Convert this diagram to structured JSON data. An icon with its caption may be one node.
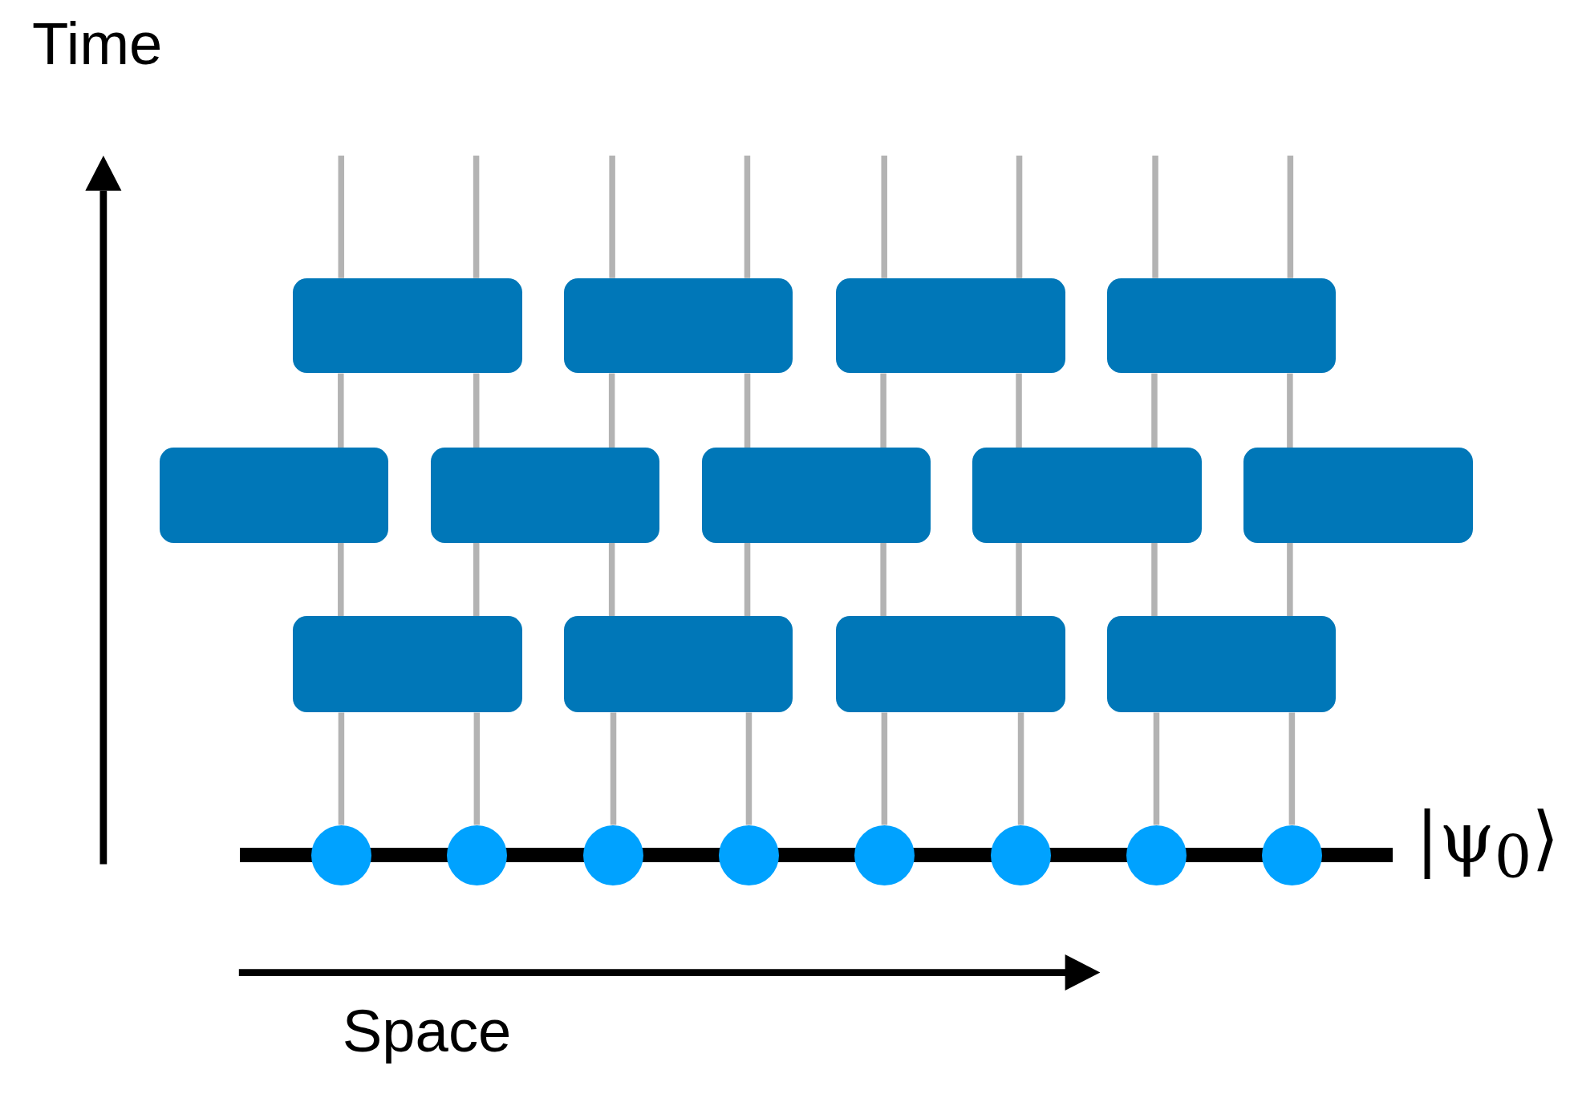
{
  "diagram": {
    "nodes": [
      {
        "text": [],
        "shape": "box"
      },
      {
        "text": [],
        "shape": "box"
      },
      {
        "text": [],
        "shape": "box"
      },
      {
        "text": [],
        "shape": "box"
      },
      {
        "text": [],
        "shape": "box"
      },
      {
        "text": [],
        "shape": "box"
      },
      {
        "text": [],
        "shape": "box"
      },
      {
        "text": [],
        "shape": "box"
      },
      {
        "text": [],
        "shape": "box"
      },
      {
        "text": [],
        "shape": "box"
      },
      {
        "text": [],
        "shape": "box"
      },
      {
        "text": [],
        "shape": "box"
      },
      {
        "text": [],
        "shape": "box"
      },
      {
        "text": [],
        "shape": "circle"
      },
      {
        "text": [],
        "shape": "circle"
      },
      {
        "text": [],
        "shape": "circle"
      },
      {
        "text": [],
        "shape": "circle"
      },
      {
        "text": [],
        "shape": "circle"
      },
      {
        "text": [],
        "shape": "circle"
      },
      {
        "text": [],
        "shape": "circle"
      },
      {
        "text": [],
        "shape": "circle"
      },
      {
        "text": [],
        "shape": "bar"
      }
    ],
    "edges": [
      {
        "from": 13,
        "to": 9,
        "arrow": "none"
      },
      {
        "from": 14,
        "to": 9,
        "arrow": "none"
      },
      {
        "from": 15,
        "to": 10,
        "arrow": "none"
      },
      {
        "from": 16,
        "to": 10,
        "arrow": "none"
      },
      {
        "from": 17,
        "to": 11,
        "arrow": "none"
      },
      {
        "from": 18,
        "to": 11,
        "arrow": "none"
      },
      {
        "from": 19,
        "to": 12,
        "arrow": "none"
      },
      {
        "from": 20,
        "to": 12,
        "arrow": "none"
      },
      {
        "from": 9,
        "to": 4,
        "arrow": "none"
      },
      {
        "from": 9,
        "to": 5,
        "arrow": "none"
      },
      {
        "from": 10,
        "to": 5,
        "arrow": "none"
      },
      {
        "from": 10,
        "to": 6,
        "arrow": "none"
      },
      {
        "from": 11,
        "to": 6,
        "arrow": "none"
      },
      {
        "from": 11,
        "to": 7,
        "arrow": "none"
      },
      {
        "from": 12,
        "to": 7,
        "arrow": "none"
      },
      {
        "from": 12,
        "to": 8,
        "arrow": "none"
      },
      {
        "from": 4,
        "to": 0,
        "arrow": "none"
      },
      {
        "from": 5,
        "to": 0,
        "arrow": "none"
      },
      {
        "from": 5,
        "to": 1,
        "arrow": "none"
      },
      {
        "from": 6,
        "to": 1,
        "arrow": "none"
      },
      {
        "from": 6,
        "to": 2,
        "arrow": "none"
      },
      {
        "from": 7,
        "to": 2,
        "arrow": "none"
      },
      {
        "from": 7,
        "to": 3,
        "arrow": "none"
      },
      {
        "from": 8,
        "to": 3,
        "arrow": "none"
      },
      {
        "from": 0,
        "to": null,
        "arrow": "none"
      },
      {
        "from": 0,
        "to": null,
        "arrow": "none"
      },
      {
        "from": 1,
        "to": null,
        "arrow": "none"
      },
      {
        "from": 1,
        "to": null,
        "arrow": "none"
      },
      {
        "from": 2,
        "to": null,
        "arrow": "none"
      },
      {
        "from": 2,
        "to": null,
        "arrow": "none"
      },
      {
        "from": 3,
        "to": null,
        "arrow": "none"
      },
      {
        "from": 3,
        "to": null,
        "arrow": "none"
      }
    ],
    "labels": [
      "Time",
      "Space",
      "|ψ$_{0}$⟩"
    ]
  }
}
